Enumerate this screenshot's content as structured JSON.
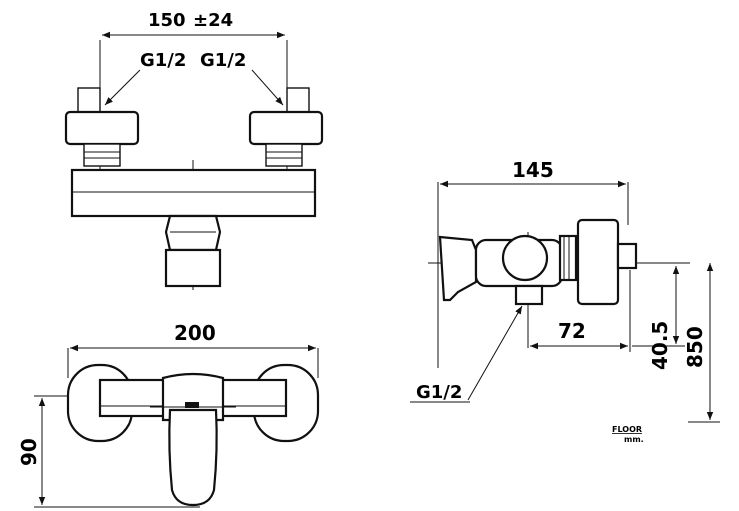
{
  "dimensions": {
    "top_width": "150",
    "top_tolerance": "±24",
    "inlet_left": "G1/2",
    "inlet_right": "G1/2",
    "bottom_width": "200",
    "bottom_height": "90",
    "side_width": "145",
    "side_offset": "72",
    "side_height_small": "40.5",
    "side_height_large": "850",
    "outlet": "G1/2"
  },
  "notes": {
    "floor_line1": "FLOOR",
    "floor_line2": "mm."
  }
}
